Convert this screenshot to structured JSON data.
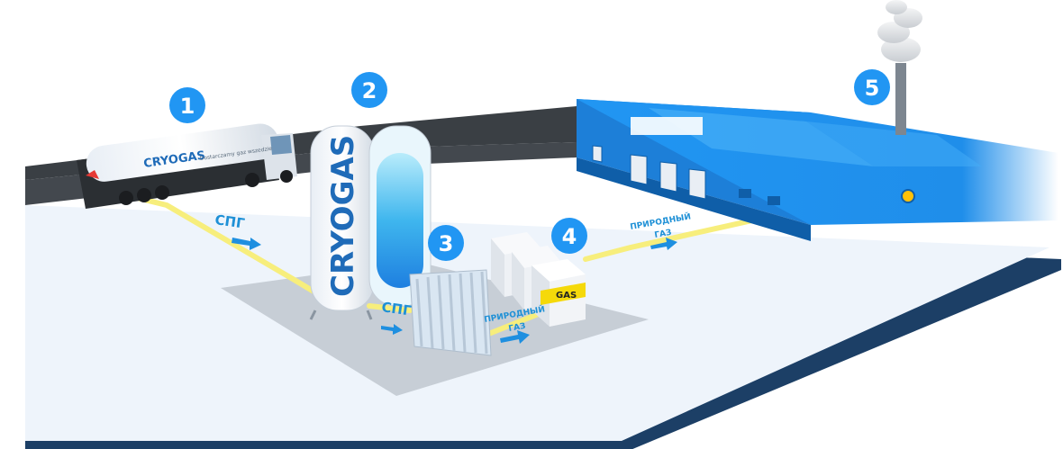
{
  "steps": [
    "1",
    "2",
    "3",
    "4",
    "5"
  ],
  "truck": {
    "brand": "CRYOGAS",
    "slogan": "Dostarczamy gaz wszedzie"
  },
  "tank": {
    "brand": "CRYOGAS"
  },
  "flow_labels": {
    "lng_1": "СПГ",
    "lng_2": "СПГ",
    "gas_1_line1": "ПРИРОДНЫЙ",
    "gas_1_line2": "ГАЗ",
    "gas_2_line1": "ПРИРОДНЫЙ",
    "gas_2_line2": "ГАЗ"
  },
  "regulator": {
    "label": "GAS"
  },
  "colors": {
    "pipe": "#f7ee7c",
    "arrow": "#1e8fe0",
    "step_badge": "#2196f3",
    "building": "#2196f3",
    "ground": "#eef4fb",
    "road": "#3a3f44"
  }
}
